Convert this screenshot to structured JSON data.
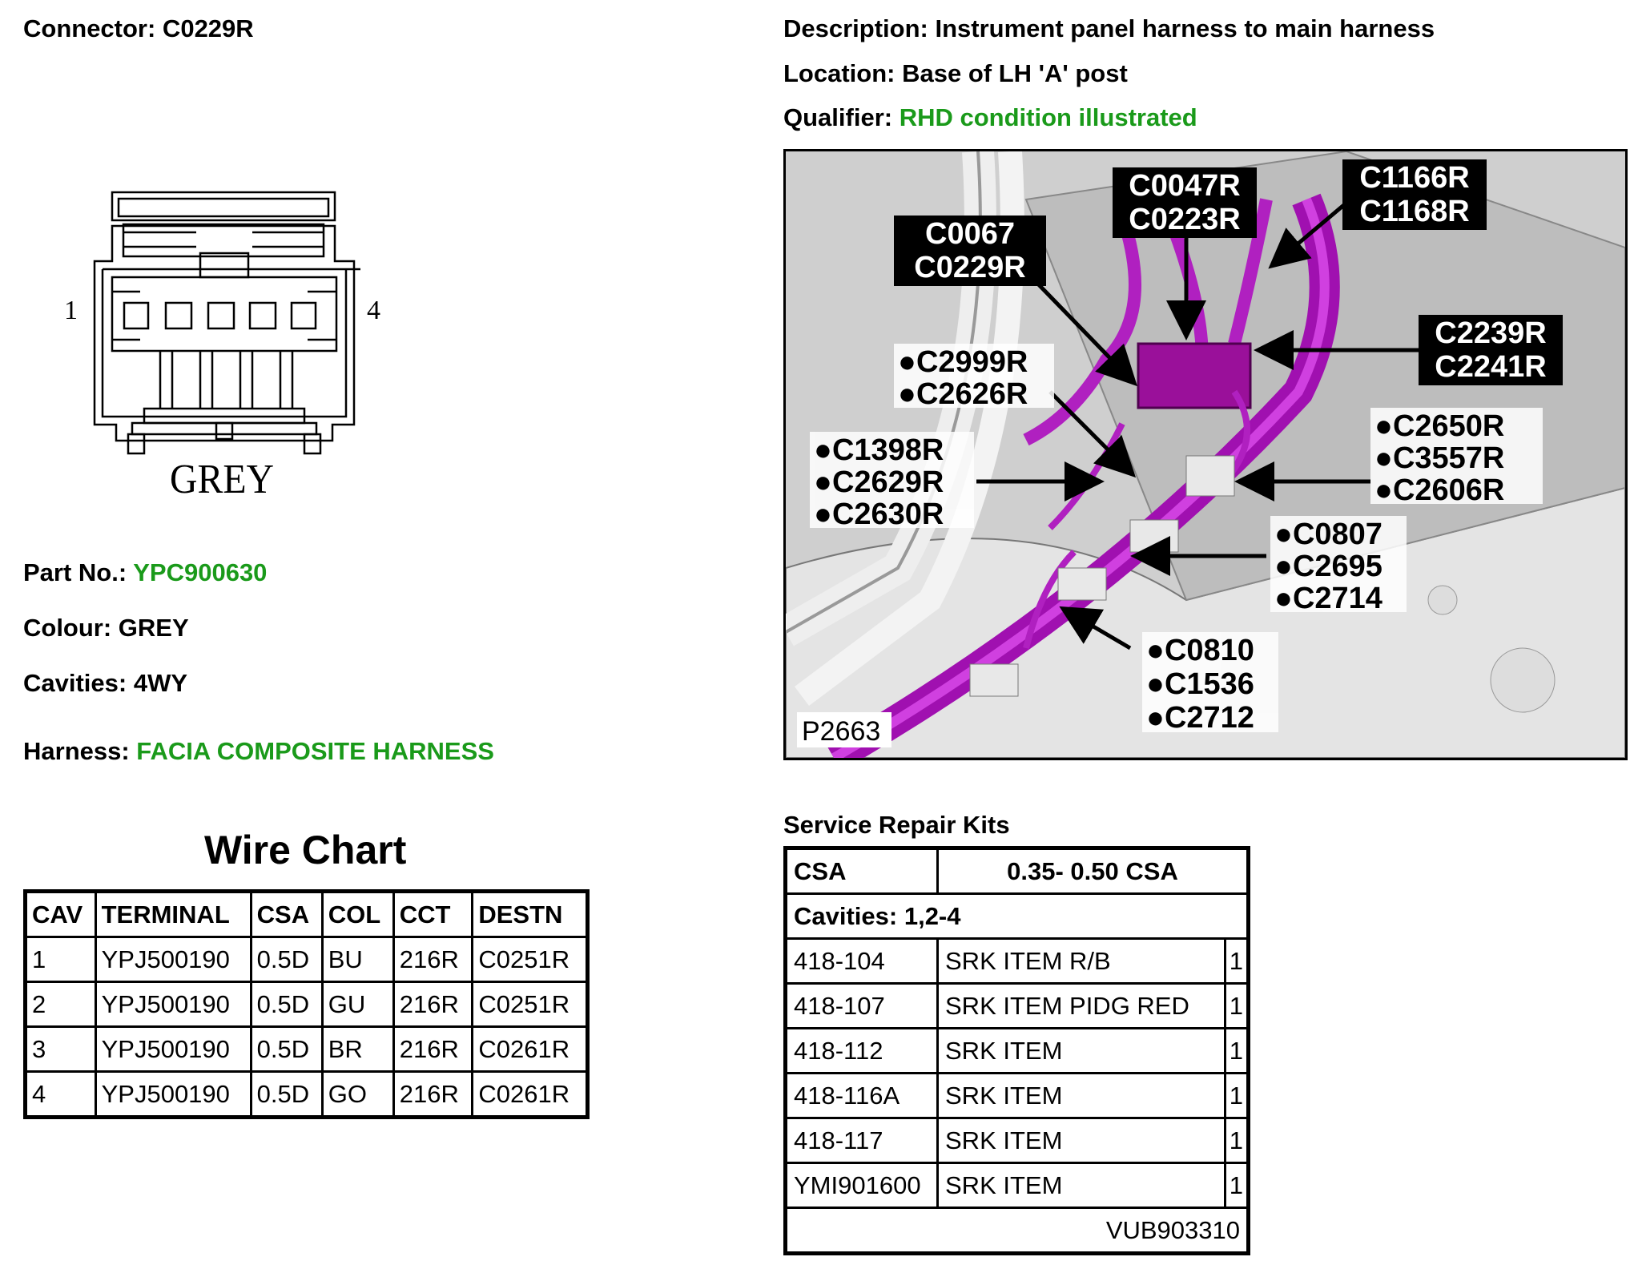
{
  "header": {
    "connector": "Connector: C0229R",
    "description": "Description: Instrument panel harness to main harness",
    "location": "Location: Base of LH 'A' post",
    "qualifier_label": "Qualifier: ",
    "qualifier_value": "RHD condition illustrated"
  },
  "connector_drawing": {
    "pin_left": "1",
    "pin_right": "4",
    "colour_text": "GREY"
  },
  "info": {
    "part_label": "Part No.: ",
    "part_value": "YPC900630",
    "colour": "Colour: GREY",
    "cavities": "Cavities: 4WY",
    "harness_label": "Harness: ",
    "harness_value": "FACIA COMPOSITE HARNESS"
  },
  "wire_chart": {
    "title": "Wire Chart",
    "headers": [
      "CAV",
      "TERMINAL",
      "CSA",
      "COL",
      "CCT",
      "DESTN"
    ],
    "rows": [
      [
        "1",
        "YPJ500190",
        "0.5D",
        "BU",
        "216R",
        "C0251R"
      ],
      [
        "2",
        "YPJ500190",
        "0.5D",
        "GU",
        "216R",
        "C0251R"
      ],
      [
        "3",
        "YPJ500190",
        "0.5D",
        "BR",
        "216R",
        "C0261R"
      ],
      [
        "4",
        "YPJ500190",
        "0.5D",
        "GO",
        "216R",
        "C0261R"
      ]
    ]
  },
  "illustration": {
    "ref": "P2663",
    "labels": {
      "c0067": [
        "C0067",
        "C0229R"
      ],
      "c0047": [
        "C0047R",
        "C0223R"
      ],
      "c1166": [
        "C1166R",
        "C1168R"
      ],
      "c2239": [
        "C2239R",
        "C2241R"
      ],
      "c2999": [
        "●C2999R",
        "●C2626R"
      ],
      "c1398": [
        "●C1398R",
        "●C2629R",
        "●C2630R"
      ],
      "c2650": [
        "●C2650R",
        "●C3557R",
        "●C2606R"
      ],
      "c0807": [
        "●C0807",
        "●C2695",
        "●C2714"
      ],
      "c0810": [
        "●C0810",
        "●C1536",
        "●C2712"
      ]
    }
  },
  "service_repair_kits": {
    "title": "Service Repair Kits",
    "csa_label": "CSA",
    "csa_value": "0.35- 0.50 CSA",
    "cavities": "Cavities: 1,2-4",
    "rows": [
      [
        "418-104",
        "SRK ITEM R/B",
        "1"
      ],
      [
        "418-107",
        "SRK ITEM PIDG RED",
        "1"
      ],
      [
        "418-112",
        "SRK ITEM",
        "1"
      ],
      [
        "418-116A",
        "SRK ITEM",
        "1"
      ],
      [
        "418-117",
        "SRK ITEM",
        "1"
      ],
      [
        "YMI901600",
        "SRK ITEM",
        "1"
      ]
    ],
    "footer": "VUB903310"
  }
}
